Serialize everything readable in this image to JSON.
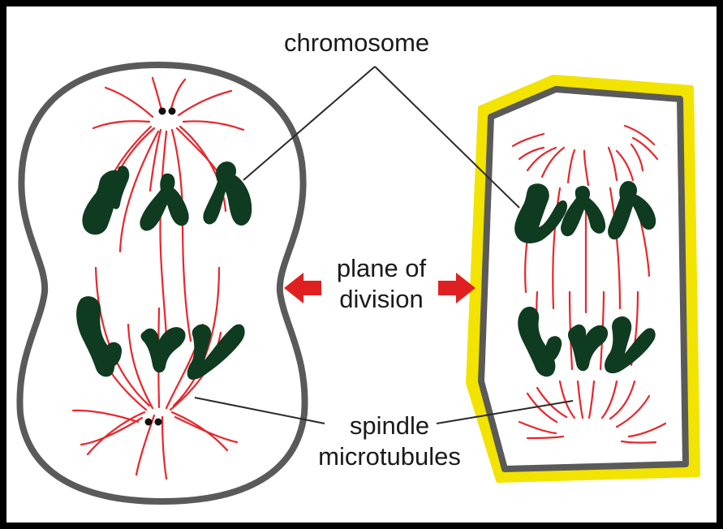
{
  "labels": {
    "chromosome": "chromosome",
    "plane_of_division_line1": "plane of",
    "plane_of_division_line2": "division",
    "spindle_microtubules_line1": "spindle",
    "spindle_microtubules_line2": "microtubules"
  },
  "colors": {
    "frame": "#000000",
    "cell_wall_outline": "#5a5a5a",
    "plant_cell_wall": "#f2e300",
    "microtubule": "#e8262c",
    "chromosome": "#0f3b20",
    "arrow": "#e02020",
    "leader_line": "#2a2a2a"
  },
  "cells": {
    "animal": {
      "name": "animal-cell",
      "chromosomes_per_set": 3,
      "centrioles": true
    },
    "plant": {
      "name": "plant-cell",
      "chromosomes_per_set": 3,
      "centrioles": false
    }
  }
}
